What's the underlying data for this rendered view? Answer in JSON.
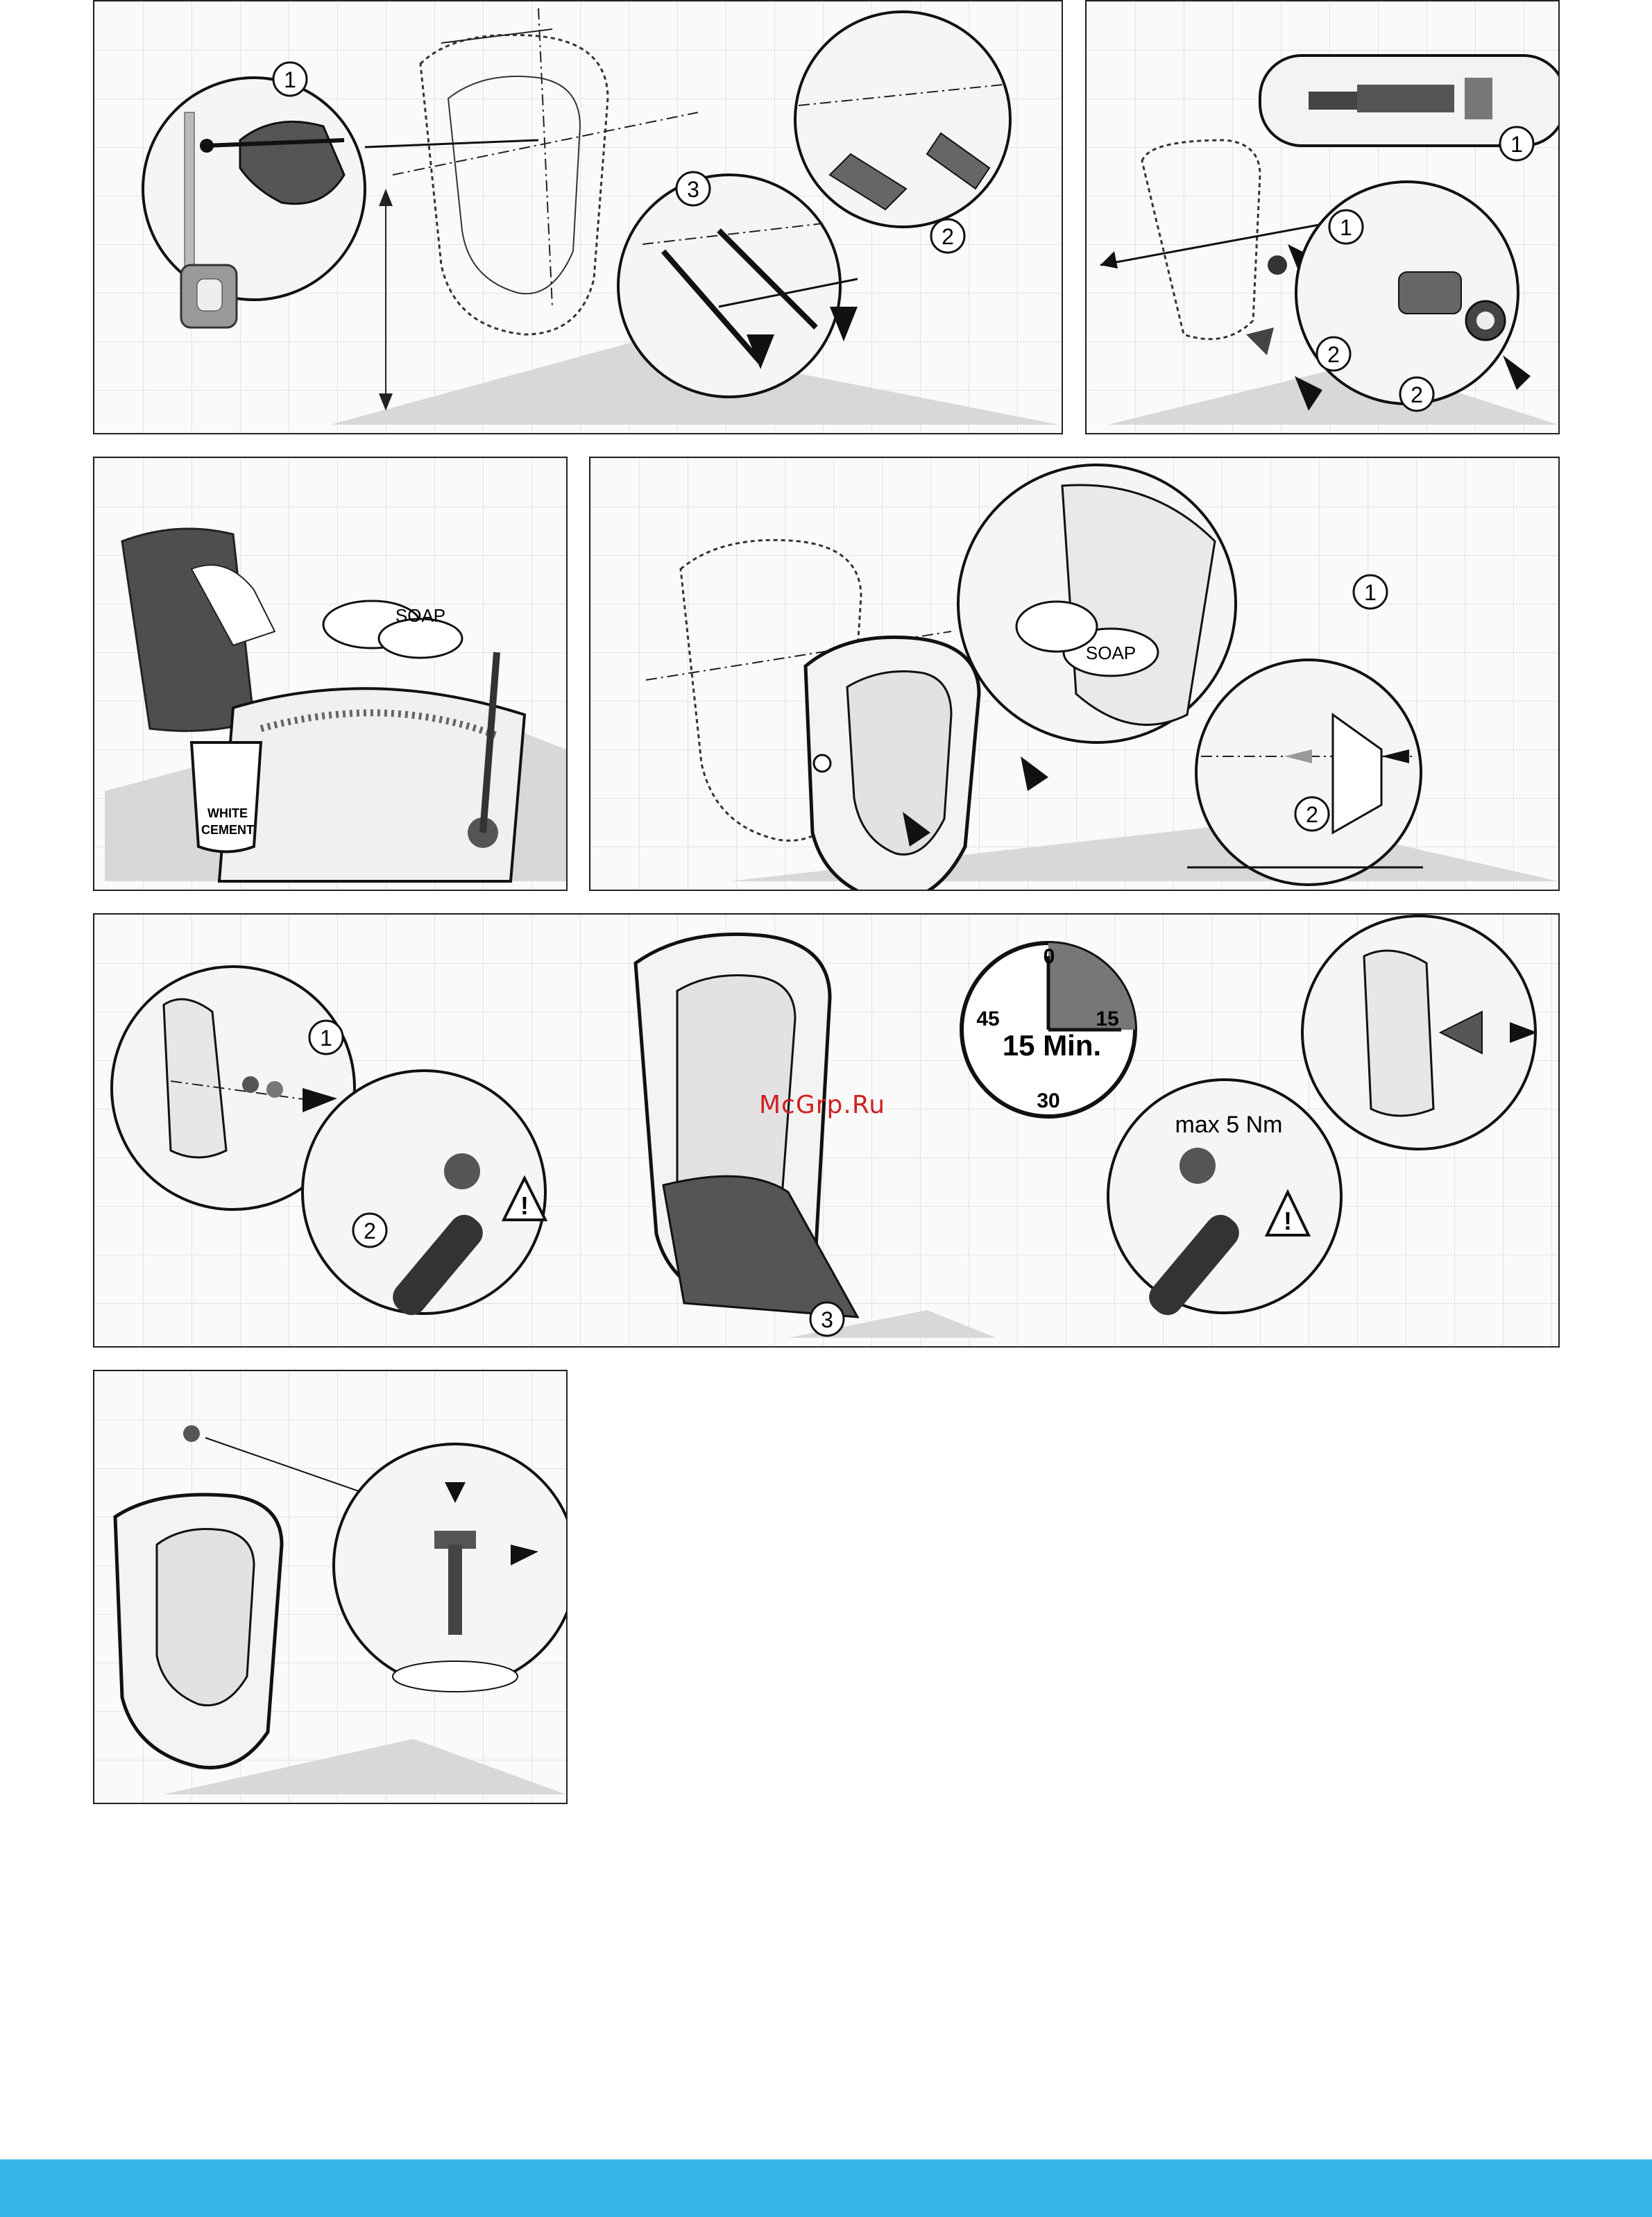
{
  "accent_color": "#35b7ea",
  "watermark": "McGrp.Ru",
  "steps": {
    "one": "1",
    "two": "2",
    "three": "3"
  },
  "labels": {
    "soap": "SOAP",
    "cement_line1": "WHITE",
    "cement_line2": "CEMENT",
    "timer_duration": "15 Min.",
    "dial_0": "0",
    "dial_15": "15",
    "dial_30": "30",
    "dial_45": "45",
    "torque": "max 5 Nm"
  },
  "timer": {
    "elapsed_fraction": 0.25
  },
  "icons": [
    "measuring-tape-icon",
    "pencil-icon",
    "drill-icon",
    "warning-triangle-icon",
    "wrench-icon",
    "arrow-icon",
    "stopwatch-icon"
  ]
}
